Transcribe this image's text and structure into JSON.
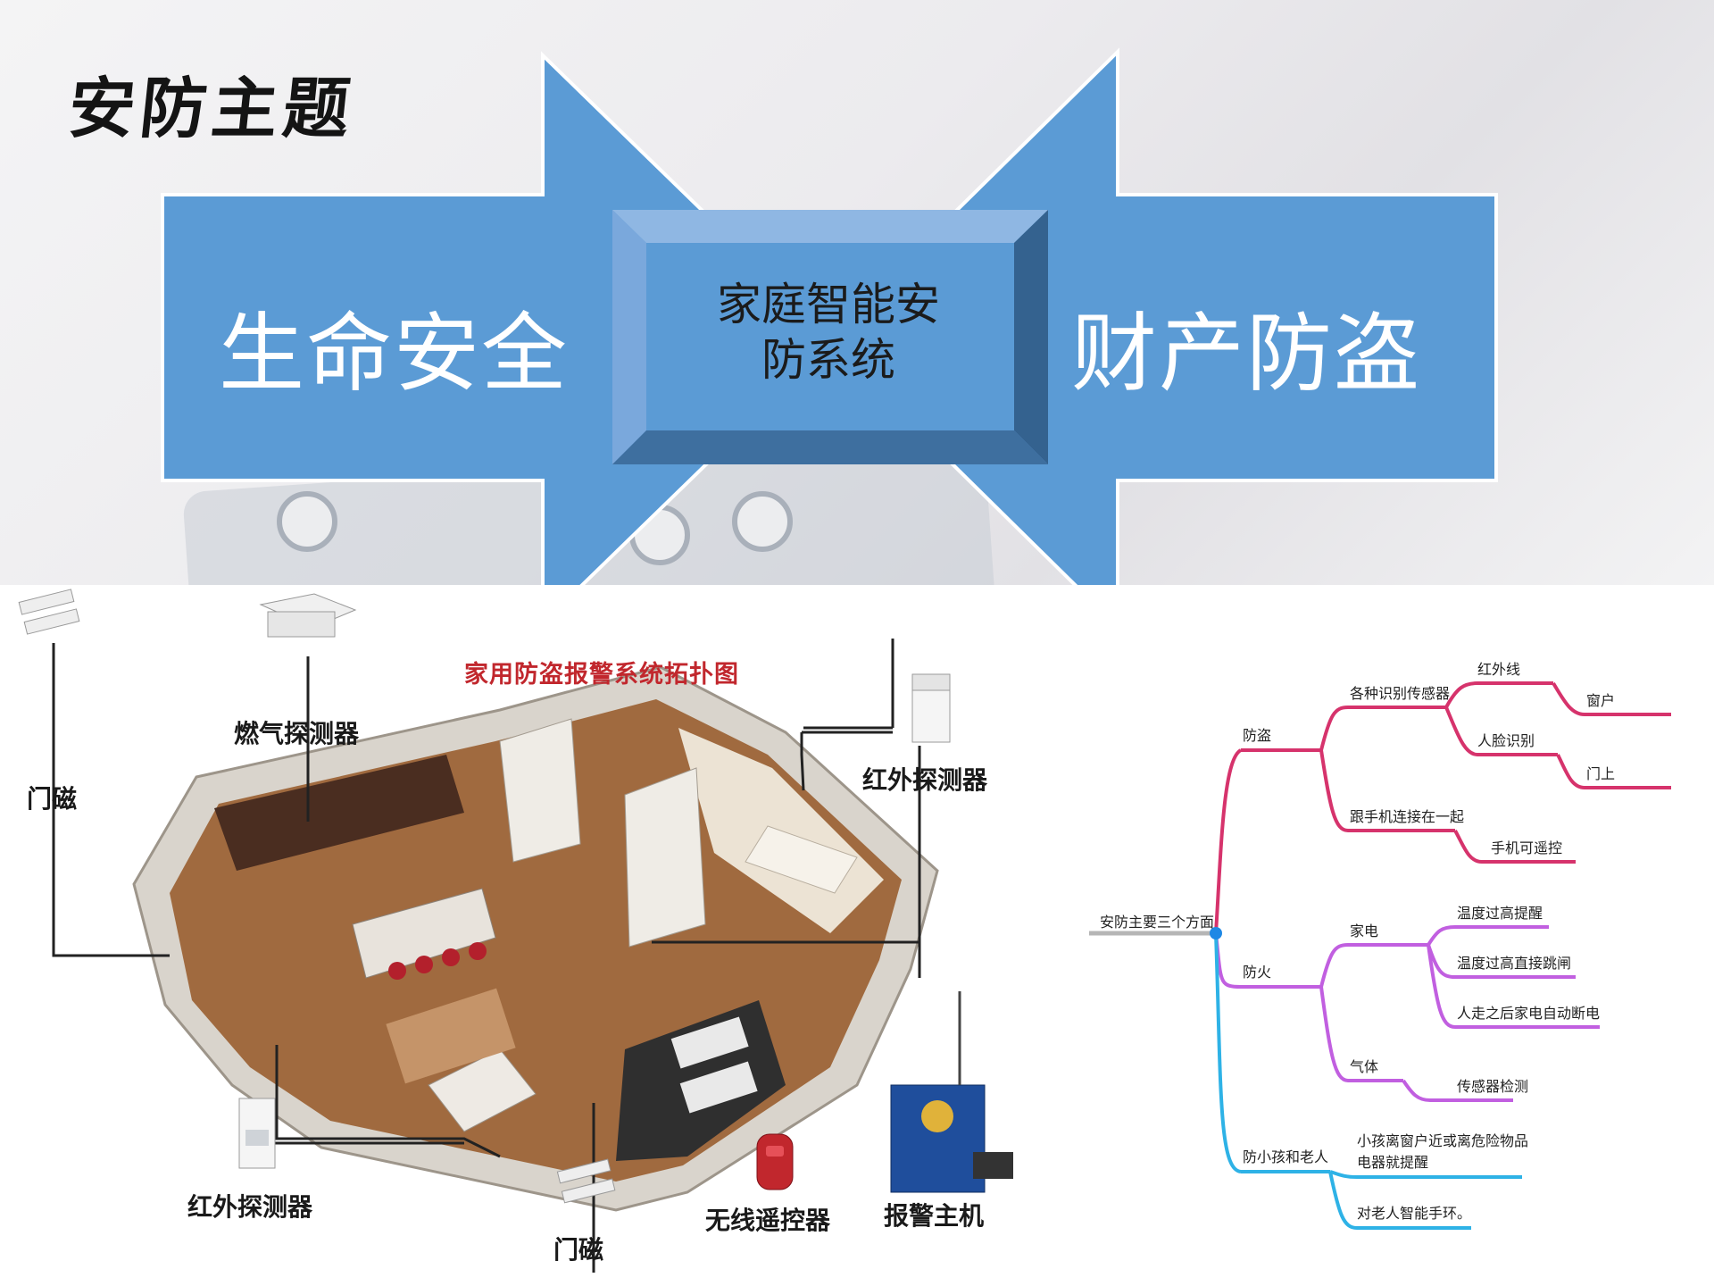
{
  "header": {
    "title": "安防主题"
  },
  "banner": {
    "left": "生命安全",
    "center_line1": "家庭智能安",
    "center_line2": "防系统",
    "right": "财产防盗"
  },
  "house_diagram": {
    "title": "家用防盗报警系统拓扑图",
    "labels": {
      "gas_detector": "燃气探测器",
      "door_magnet_left": "门磁",
      "infrared_top_right": "红外探测器",
      "infrared_bottom_left": "红外探测器",
      "door_magnet_bottom": "门磁",
      "wireless_remote": "无线遥控器",
      "alarm_host": "报警主机"
    }
  },
  "mindmap": {
    "root": "安防主要三个方面",
    "theft": {
      "label": "防盗",
      "sensors": "各种识别传感器",
      "infrared": "红外线",
      "window": "窗户",
      "face": "人脸识别",
      "door": "门上",
      "phone_link": "跟手机连接在一起",
      "phone_control": "手机可遥控"
    },
    "fire": {
      "label": "防火",
      "appliance": "家电",
      "temp_alert": "温度过高提醒",
      "temp_trip": "温度过高直接跳闸",
      "auto_off": "人走之后家电自动断电",
      "gas": "气体",
      "sensor_detect": "传感器检测"
    },
    "care": {
      "label": "防小孩和老人",
      "child_line1": "小孩离窗户近或离危险物品",
      "child_line2": "电器就提醒",
      "elder": "对老人智能手环。"
    },
    "colors": {
      "theft": "#d6336c",
      "fire": "#c15fe0",
      "care": "#2eb2e6",
      "root": "#b5b5b5"
    }
  },
  "colors": {
    "banner_blue": "#5b9bd5",
    "bevel_dark": "#3e6f9f",
    "title_red": "#c1272d"
  }
}
